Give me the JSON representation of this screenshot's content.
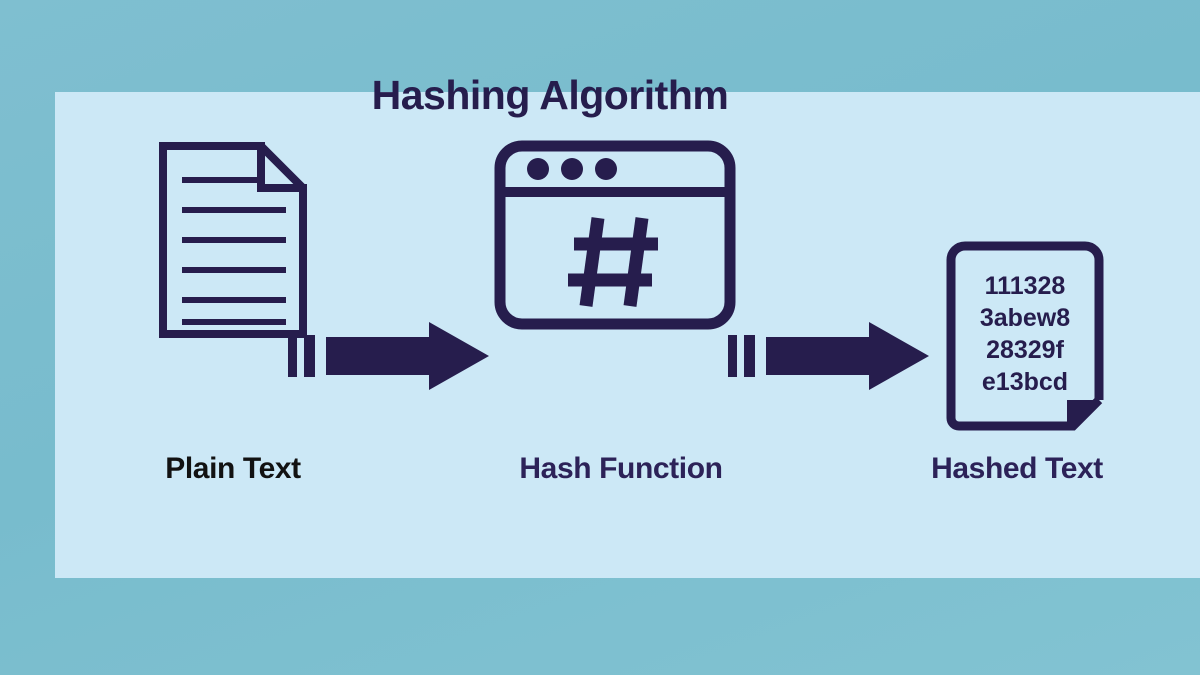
{
  "diagram": {
    "title": "Hashing Algorithm",
    "background_color": "#7fbfd0",
    "panel_color": "#cce8f6",
    "ink_color": "#261d4d",
    "stages": [
      {
        "id": "plain-text",
        "caption": "Plain Text",
        "caption_color": "#121212",
        "icon": "document-icon",
        "line_count": 6
      },
      {
        "id": "hash-function",
        "caption": "Hash Function",
        "caption_color": "#2c2258",
        "icon": "browser-window-hash-icon",
        "symbol": "#",
        "dot_count": 3
      },
      {
        "id": "hashed-text",
        "caption": "Hashed Text",
        "caption_color": "#2c2258",
        "icon": "hashed-document-icon",
        "hash_lines": [
          "111328",
          "3abew8",
          "28329f",
          "e13bcd"
        ]
      }
    ],
    "arrows": [
      {
        "id": "arrow-plain-to-hash",
        "direction": "right",
        "style": "motion-trail"
      },
      {
        "id": "arrow-hash-to-output",
        "direction": "right",
        "style": "motion-trail"
      }
    ]
  }
}
